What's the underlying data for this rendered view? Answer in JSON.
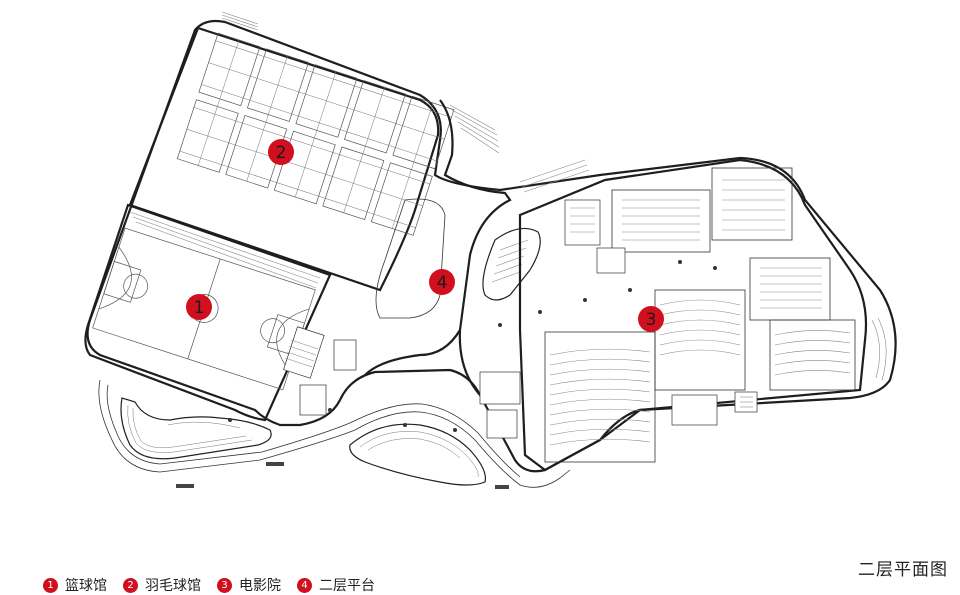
{
  "markers": [
    {
      "num": "1",
      "label": "篮球馆"
    },
    {
      "num": "2",
      "label": "羽毛球馆"
    },
    {
      "num": "3",
      "label": "电影院"
    },
    {
      "num": "4",
      "label": "二层平台"
    }
  ],
  "plan_title": "二层平面图",
  "colors": {
    "marker": "#d0101e",
    "line": "#1e1e1e"
  }
}
